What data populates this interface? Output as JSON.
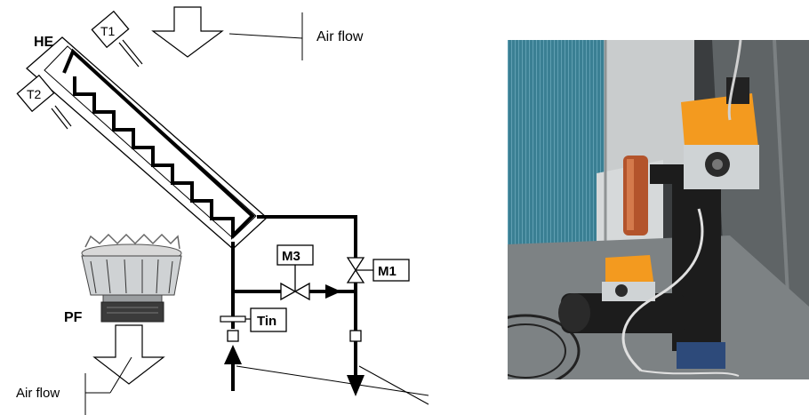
{
  "diagram": {
    "labels": {
      "he": "HE",
      "t1": "T1",
      "t2": "T2",
      "air_flow_top": "Air flow",
      "air_flow_bottom": "Air flow",
      "pf": "PF",
      "m3": "M3",
      "m1": "M1",
      "tin": "Tin"
    }
  },
  "photo": {
    "colors": {
      "coil": "#3a7f93",
      "frame": "#c9cccd",
      "actuator": "#f39a1f",
      "pipe": "#1c1c1c",
      "copper": "#b3542c",
      "background": "#3a3d3f"
    }
  }
}
